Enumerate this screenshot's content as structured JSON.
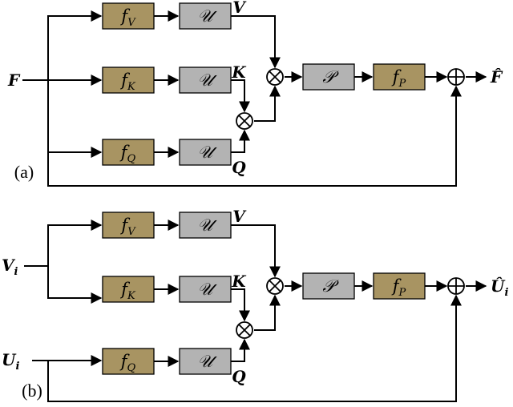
{
  "panels": [
    {
      "caption": "(a)",
      "input": {
        "main": "F",
        "sub": ""
      },
      "input_u": null,
      "output": {
        "main": "F̂",
        "sub": ""
      },
      "fv": {
        "main": "f",
        "sub": "V"
      },
      "fk": {
        "main": "f",
        "sub": "K"
      },
      "fq": {
        "main": "f",
        "sub": "Q"
      },
      "u": "𝒰",
      "p": "𝒫",
      "fp": {
        "main": "f",
        "sub": "P"
      },
      "v": "V",
      "k": "K",
      "q": "Q"
    },
    {
      "caption": "(b)",
      "input": {
        "main": "V",
        "sub": "i"
      },
      "input_u": {
        "main": "U",
        "sub": "i"
      },
      "output": {
        "main": "Û",
        "sub": "i"
      },
      "fv": {
        "main": "f",
        "sub": "V"
      },
      "fk": {
        "main": "f",
        "sub": "K"
      },
      "fq": {
        "main": "f",
        "sub": "Q"
      },
      "u": "𝒰",
      "p": "𝒫",
      "fp": {
        "main": "f",
        "sub": "P"
      },
      "v": "V",
      "k": "K",
      "q": "Q"
    }
  ]
}
